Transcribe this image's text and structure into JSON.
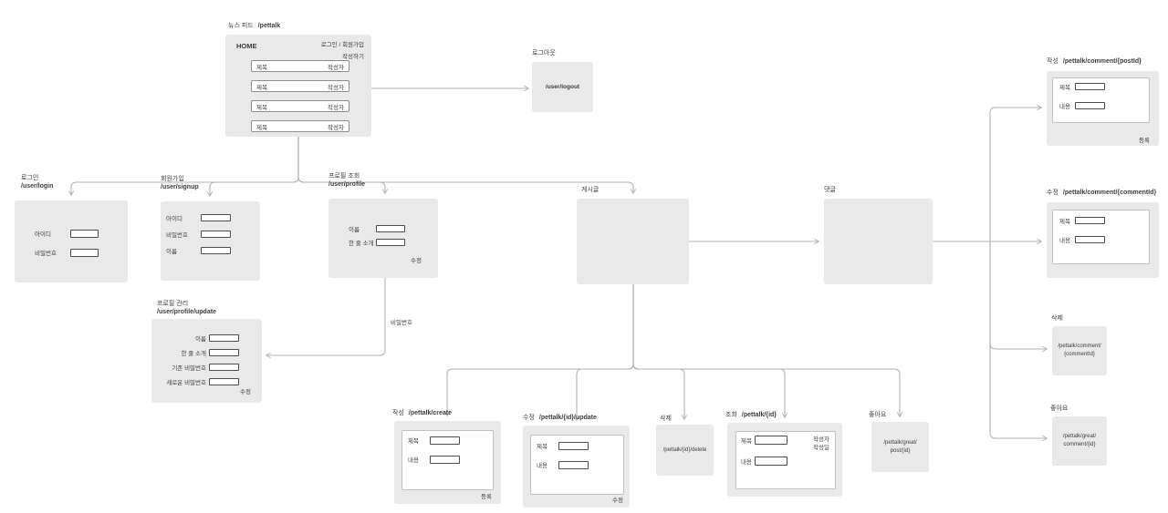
{
  "nodes": {
    "newsfeed": {
      "name": "뉴스 피드",
      "path": "/pettalk",
      "home": "HOME",
      "auth": "로그인 / 회원가입",
      "write": "작성하기",
      "rows": [
        {
          "title": "제목",
          "author": "작성자"
        },
        {
          "title": "제목",
          "author": "작성자"
        },
        {
          "title": "제목",
          "author": "작성자"
        },
        {
          "title": "제목",
          "author": "작성자"
        }
      ]
    },
    "logout": {
      "name": "로그아웃",
      "path": "/user/logout"
    },
    "login": {
      "name": "로그인",
      "path": "/user/login",
      "fields": [
        "아이디",
        "비밀번호"
      ]
    },
    "signup": {
      "name": "회원가입",
      "path": "/user/signup",
      "fields": [
        "아이디",
        "비밀번호",
        "이름"
      ]
    },
    "profile": {
      "name": "프로필 조회",
      "path": "/user/profile",
      "fields": [
        "이름",
        "한 줄 소개"
      ],
      "action": "수정"
    },
    "profile_update": {
      "name": "프로필 관리",
      "path": "/user/profile/update",
      "fields": [
        "이름",
        "한 줄 소개",
        "기존 비밀번호",
        "새로운 비밀번호"
      ],
      "action": "수정"
    },
    "post": {
      "name": "게시글"
    },
    "comment": {
      "name": "댓글"
    },
    "post_create": {
      "name": "작성",
      "path": "/pettalk/create",
      "fields": [
        "제목",
        "내용"
      ],
      "action": "등록"
    },
    "post_update": {
      "name": "수정",
      "path": "/pettalk/{id}/update",
      "fields": [
        "제목",
        "내용"
      ],
      "action": "수정"
    },
    "post_delete": {
      "name": "삭제",
      "body": [
        "/pettalk/{id}/delete"
      ]
    },
    "post_read": {
      "name": "조회",
      "path": "/pettalk/{id}",
      "fields": [
        "제목",
        "내용"
      ],
      "meta": [
        "작성자",
        "작성일"
      ]
    },
    "post_like": {
      "name": "좋아요",
      "body": [
        "/pettalk/great/",
        "post/{id}"
      ]
    },
    "comment_create": {
      "name": "작성",
      "path": "/pettalk/comment/{postId}",
      "fields": [
        "제목",
        "내용"
      ],
      "action": "등록"
    },
    "comment_update": {
      "name": "수정",
      "path": "/pettalk/comment/{commentId}",
      "fields": [
        "제목",
        "내용"
      ]
    },
    "comment_delete": {
      "name": "삭제",
      "body": [
        "/pettalk/comment/",
        "{commentId}"
      ]
    },
    "comment_like": {
      "name": "좋아요",
      "body": [
        "/pettalk/great/",
        "comment/{id}"
      ]
    }
  },
  "edge_labels": {
    "password": "비밀번호"
  },
  "colors": {
    "box_bg": "#e9e9e9",
    "inner_bg": "#ffffff",
    "line": "#b3b3b3",
    "text": "#3d3d3d",
    "input_border": "#4d4d4d"
  }
}
